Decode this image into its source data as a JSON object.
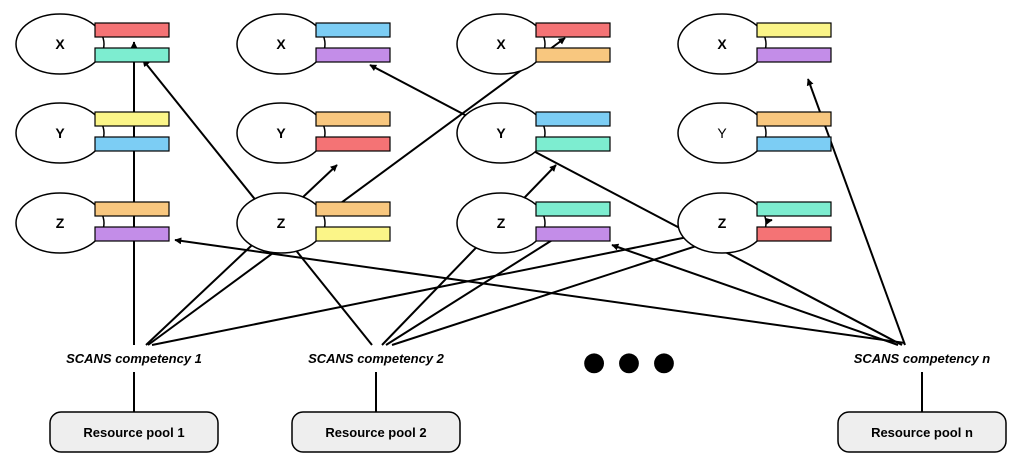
{
  "colors": {
    "red": "#F47375",
    "teal": "#7DEDD0",
    "blue": "#7CCDF4",
    "purple": "#C38DE8",
    "orange": "#F8C77F",
    "yellow": "#FBF588",
    "stroke": "#000000",
    "node_fill": "#FFFFFF",
    "pool_fill": "#EEEEEE"
  },
  "agents": [
    {
      "label": "X",
      "bars": [
        "red",
        "teal"
      ]
    },
    {
      "label": "Y",
      "bars": [
        "yellow",
        "blue"
      ]
    },
    {
      "label": "Z",
      "bars": [
        "orange",
        "purple"
      ]
    },
    {
      "label": "X",
      "bars": [
        "blue",
        "purple"
      ]
    },
    {
      "label": "Y",
      "bars": [
        "orange",
        "red"
      ]
    },
    {
      "label": "Z",
      "bars": [
        "orange",
        "yellow"
      ]
    },
    {
      "label": "X",
      "bars": [
        "red",
        "orange"
      ]
    },
    {
      "label": "Y",
      "bars": [
        "blue",
        "teal"
      ]
    },
    {
      "label": "Z",
      "bars": [
        "teal",
        "purple"
      ]
    },
    {
      "label": "X",
      "bars": [
        "yellow",
        "purple"
      ]
    },
    {
      "label": "Y",
      "bars": [
        "orange",
        "blue"
      ]
    },
    {
      "label": "Z",
      "bars": [
        "teal",
        "red"
      ]
    }
  ],
  "competencies": [
    {
      "label": "SCANS competency 1"
    },
    {
      "label": "SCANS competency 2"
    },
    {
      "label": "SCANS competency n"
    }
  ],
  "ellipsis": "● ● ●",
  "pools": [
    {
      "label": "Resource pool 1"
    },
    {
      "label": "Resource pool 2"
    },
    {
      "label": "Resource pool n"
    }
  ]
}
